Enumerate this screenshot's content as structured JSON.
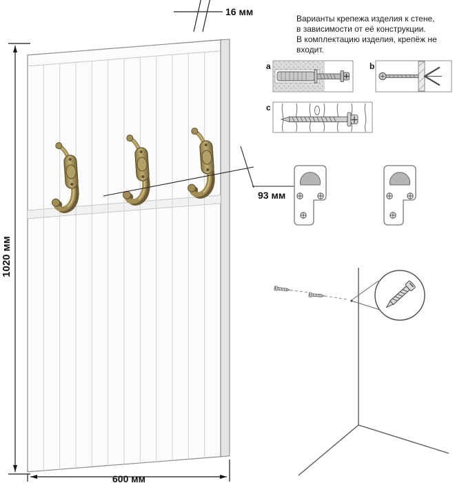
{
  "dimensions": {
    "thickness": "16 мм",
    "height": "1020 мм",
    "width": "600 мм",
    "hook_offset": "93 мм"
  },
  "note": {
    "line1": "Варианты крепежа изделия к стене,",
    "line2": "в зависимости от её конструкции.",
    "line3": "В комплектацию изделия, крепёж не",
    "line4": "входит."
  },
  "fasteners": {
    "option_a_label": "a",
    "option_b_label": "b",
    "option_c_label": "c"
  },
  "colors": {
    "line": "#4d4d4d",
    "panel_outline": "#8a8a8a",
    "groove": "#c6c6c6",
    "hook_bronze": "#a28e54",
    "hook_dark": "#5d4f2b",
    "concrete": "#dcdcdc",
    "metal": "#bdbdbd"
  }
}
